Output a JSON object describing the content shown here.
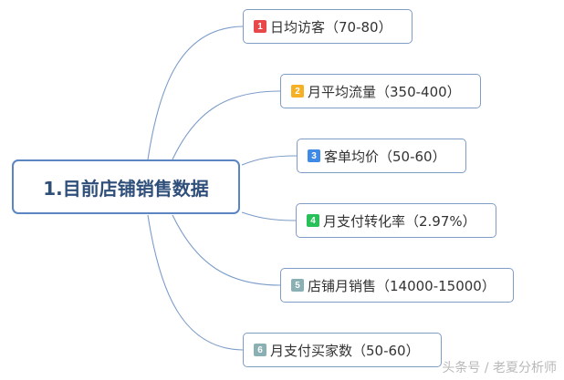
{
  "central": {
    "title": "1.目前店铺销售数据",
    "border_color": "#5b86c4"
  },
  "nodes": [
    {
      "num": "1",
      "label": "日均访客（70-80）",
      "badge_color": "#e8484a"
    },
    {
      "num": "2",
      "label": "月平均流量（350-400）",
      "badge_color": "#f5b025"
    },
    {
      "num": "3",
      "label": "客单均价（50-60）",
      "badge_color": "#3f8ae6"
    },
    {
      "num": "4",
      "label": "月支付转化率（2.97%）",
      "badge_color": "#28c058"
    },
    {
      "num": "5",
      "label": "店铺月销售（14000-15000）",
      "badge_color": "#8ab0b4"
    },
    {
      "num": "6",
      "label": "月支付买家数（50-60）",
      "badge_color": "#8ab0b4"
    }
  ],
  "watermark": "头条号 / 老夏分析师",
  "link_color": "#7c9cc9"
}
